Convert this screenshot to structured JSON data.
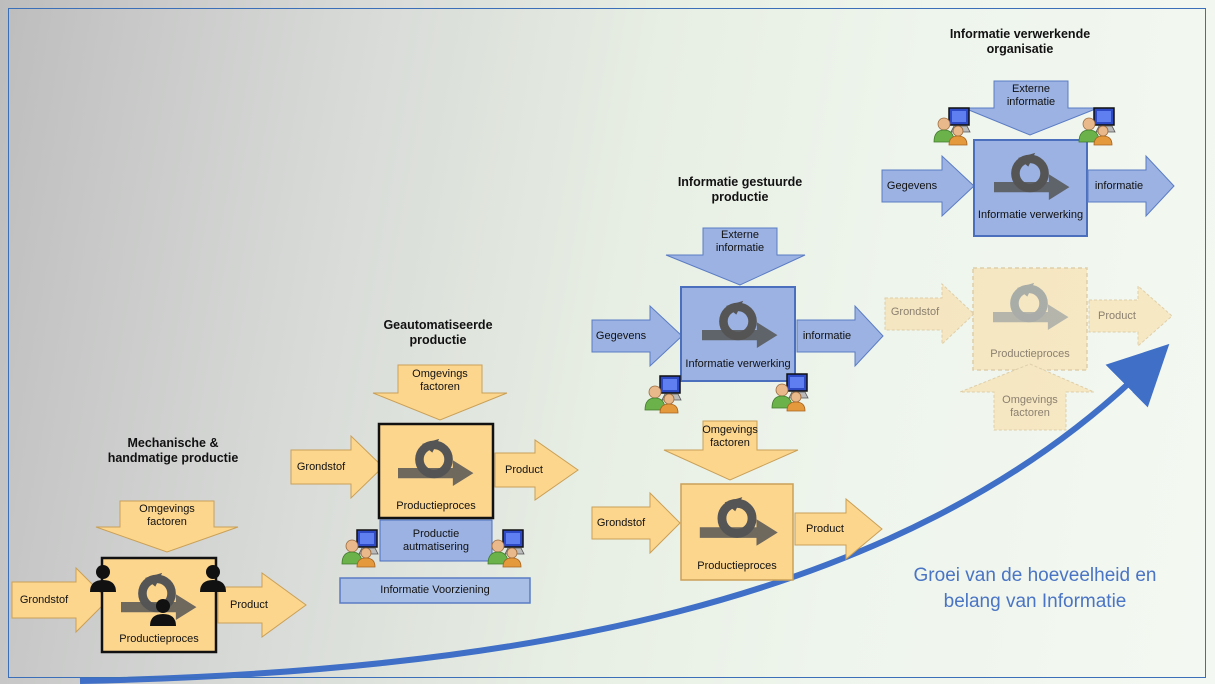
{
  "colors": {
    "orange_fill": "#fdd68e",
    "blue_fill": "#9bb2e2",
    "growth_arrow": "#3f6fc6",
    "growth_text": "#4a74c4"
  },
  "icons": [
    "person-silhouette-icon",
    "user-computer-icon",
    "process-cycle-icon"
  ],
  "stages": {
    "mechanical": {
      "title": "Mechanische & handmatige productie",
      "environment": "Omgevings factoren",
      "input": "Grondstof",
      "process": "Productieproces",
      "output": "Product"
    },
    "automated": {
      "title": "Geautomatiseerde productie",
      "environment": "Omgevings factoren",
      "input": "Grondstof",
      "process": "Productieproces",
      "output": "Product",
      "automation": "Productie autmatisering",
      "information_provision": "Informatie Voorziening"
    },
    "information_driven": {
      "title": "Informatie gestuurde productie",
      "external_info": "Externe informatie",
      "data_input": "Gegevens",
      "info_process": "Informatie verwerking",
      "info_output": "informatie",
      "environment": "Omgevings factoren",
      "input": "Grondstof",
      "process": "Productieproces",
      "output": "Product"
    },
    "information_processing": {
      "title": "Informatie verwerkende organisatie",
      "external_info": "Externe informatie",
      "data_input": "Gegevens",
      "info_process": "Informatie verwerking",
      "info_output": "informatie",
      "faded_input": "Grondstof",
      "faded_process": "Productieproces",
      "faded_output": "Product",
      "faded_environment": "Omgevings factoren"
    }
  },
  "growth_label": "Groei van de hoeveelheid en belang van Informatie"
}
